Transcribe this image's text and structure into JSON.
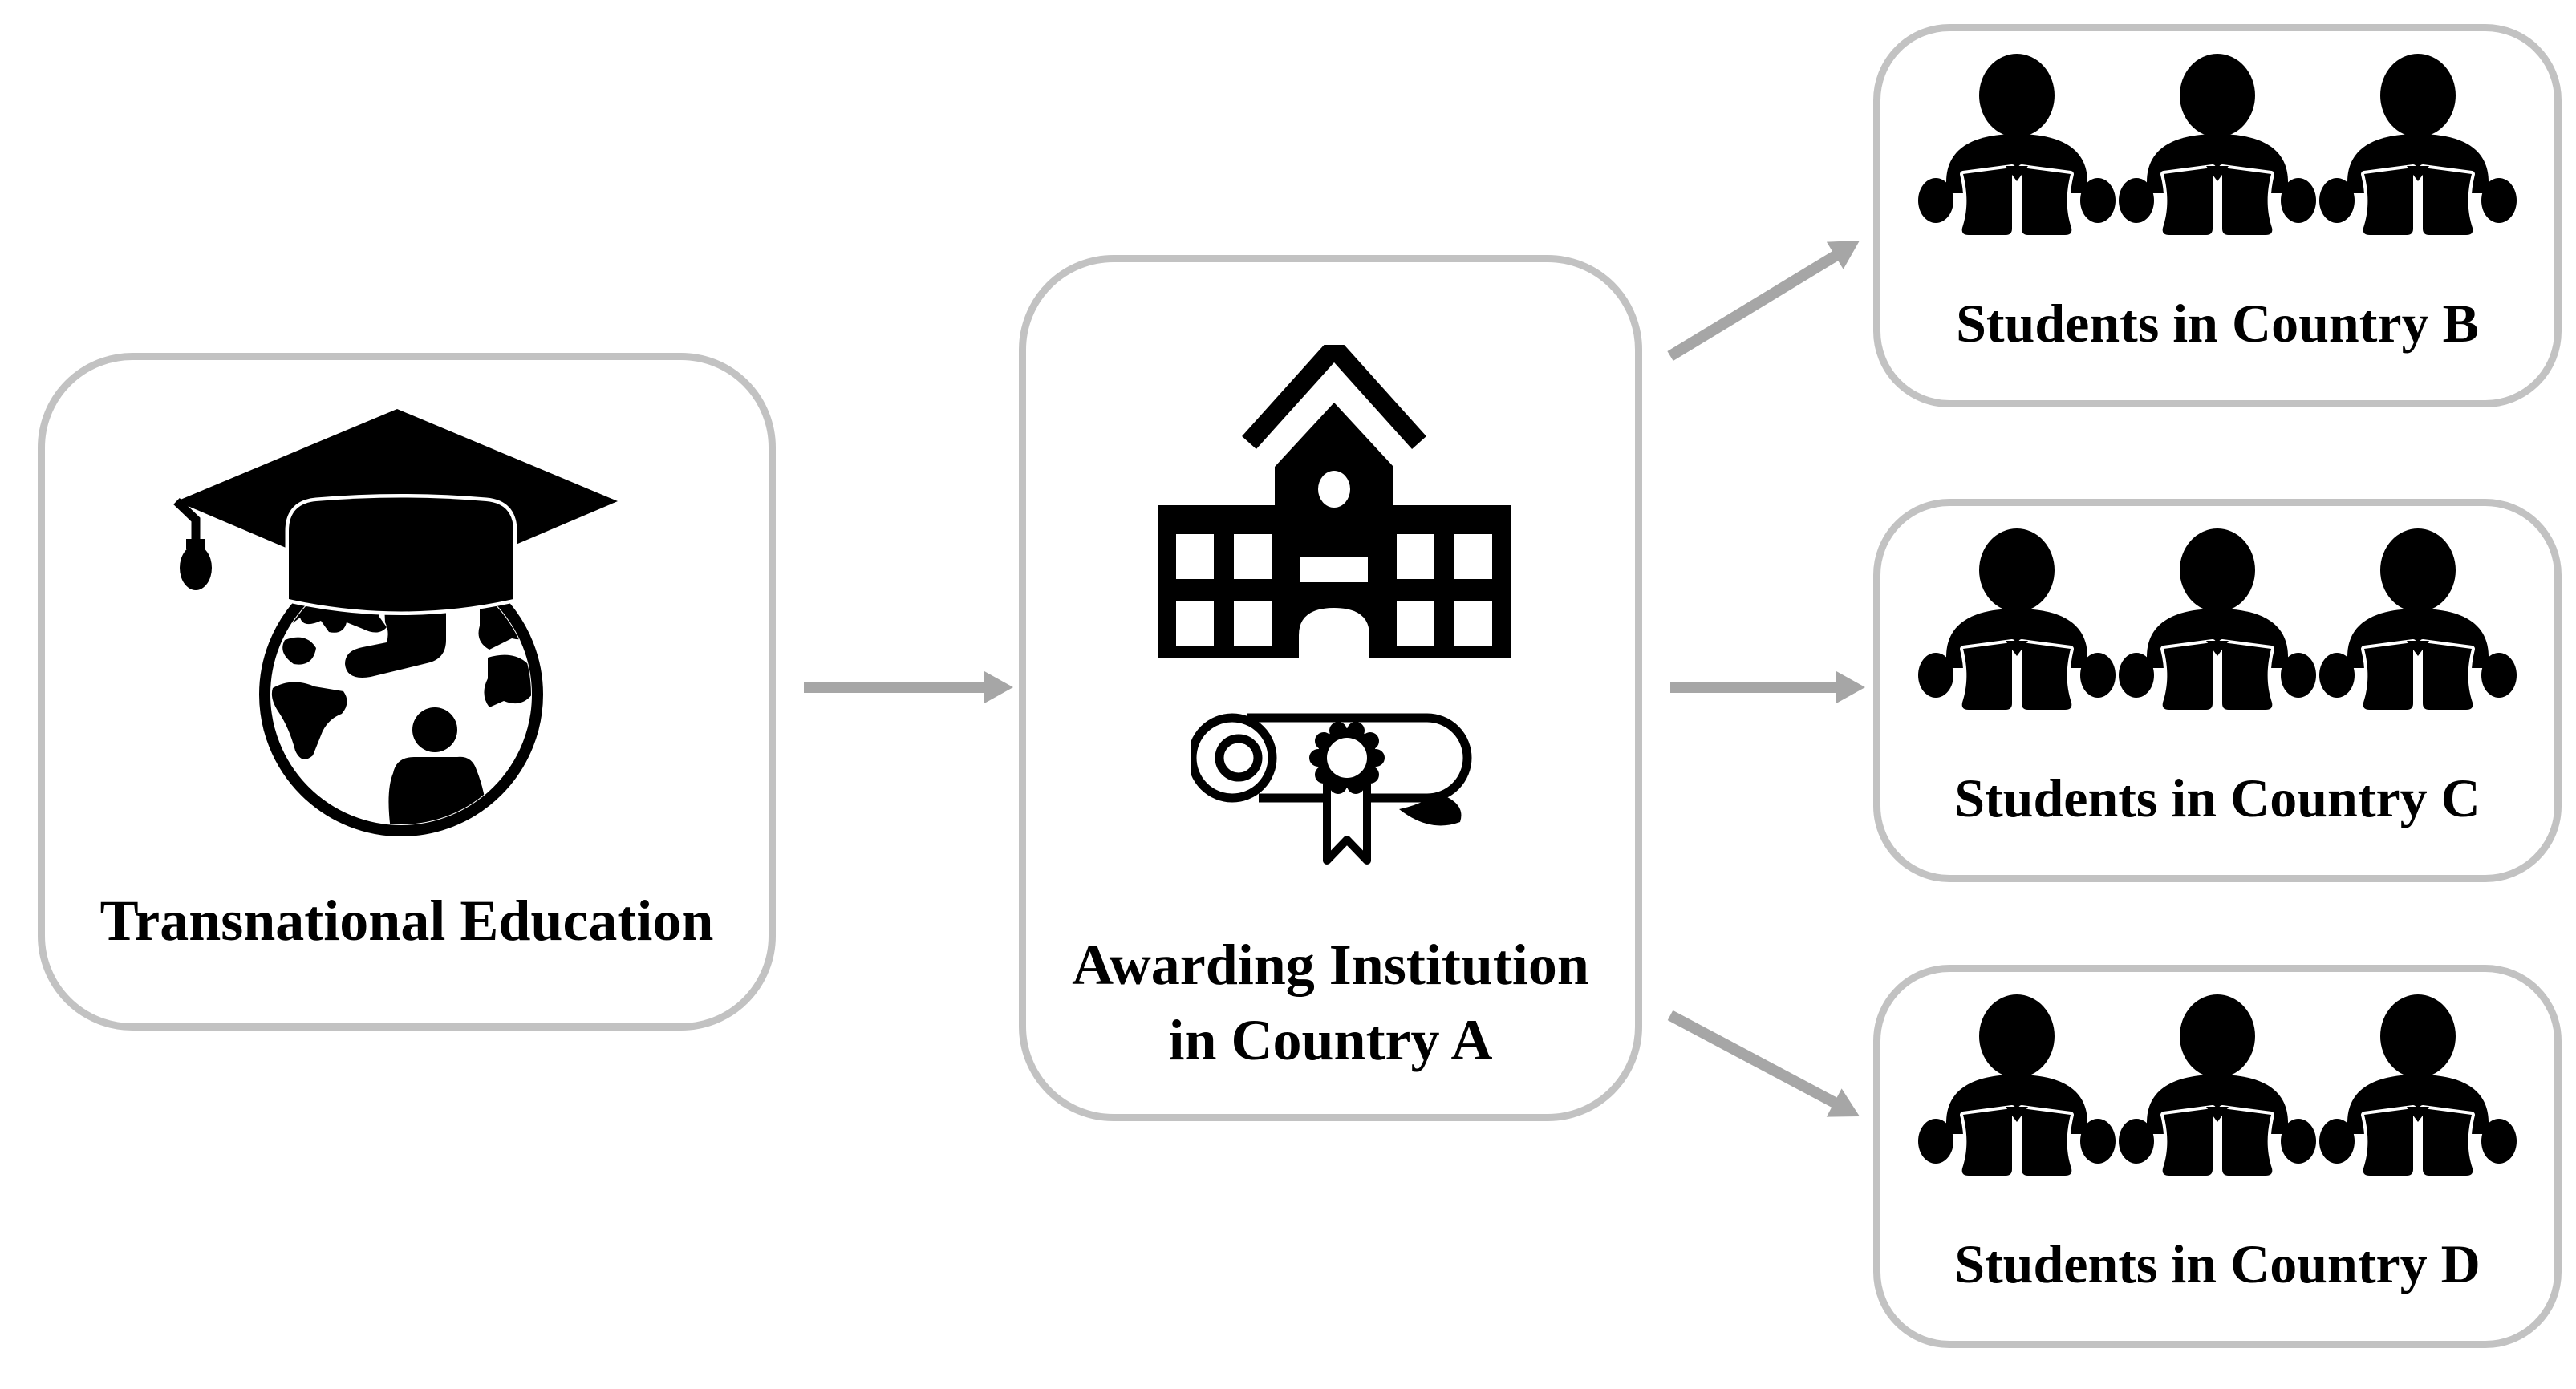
{
  "figure": {
    "type": "flow-diagram",
    "description": "Transnational education delivery from an awarding institution to students in other countries"
  },
  "colors": {
    "background": "#ffffff",
    "box_border": "#c2c2c2",
    "arrow": "#a6a6a6",
    "icon": "#000000",
    "text": "#000000"
  },
  "nodes": {
    "transnational": {
      "label": "Transnational Education",
      "icon": "globe-graduation-cap-icon"
    },
    "awarding": {
      "label_line1": "Awarding Institution",
      "label_line2": "in Country A",
      "icons": [
        "school-building-icon",
        "diploma-icon"
      ]
    },
    "students_b": {
      "label": "Students in Country B",
      "icon": "student-reading-icon",
      "student_count": 3
    },
    "students_c": {
      "label": "Students in Country C",
      "icon": "student-reading-icon",
      "student_count": 3
    },
    "students_d": {
      "label": "Students in Country D",
      "icon": "student-reading-icon",
      "student_count": 3
    }
  },
  "arrows": [
    {
      "from": "transnational",
      "to": "awarding"
    },
    {
      "from": "awarding",
      "to": "students_b"
    },
    {
      "from": "awarding",
      "to": "students_c"
    },
    {
      "from": "awarding",
      "to": "students_d"
    }
  ]
}
